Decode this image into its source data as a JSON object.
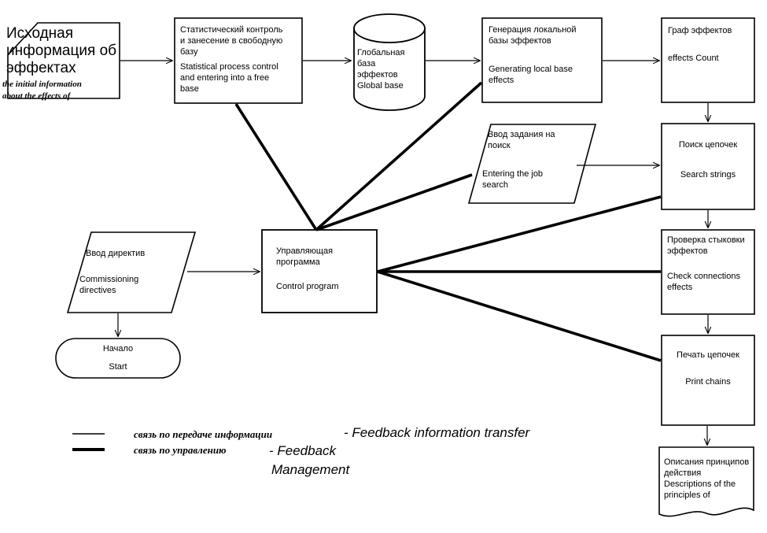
{
  "diagram": {
    "title_text": "",
    "stroke_color": "#000000",
    "fill_color": "#ffffff",
    "thin_width": 1,
    "thick_width": 4
  },
  "nodes": {
    "initial_info": {
      "shape": "document-clipped-corner",
      "ru": "Исходная\nинформация об\nэффектах",
      "en": "the initial information\nabout the effects of"
    },
    "statistical_control": {
      "shape": "process",
      "ru": "Статистический контроль\nи занесение в свободную\nбазу",
      "en": "Statistical process control\nand entering into a free\nbase"
    },
    "global_base": {
      "shape": "cylinder",
      "ru": "Глобальная\nбаза\nэффектов",
      "en": "Global base"
    },
    "generating_local_base": {
      "shape": "process",
      "ru": "Генерация локальной\nбазы эффектов",
      "en": "Generating local base\neffects"
    },
    "effects_graph": {
      "shape": "process",
      "ru": "Граф эффектов",
      "en": "effects Count"
    },
    "job_search_input": {
      "shape": "parallelogram",
      "ru": "Ввод задания на\nпоиск",
      "en": "Entering the job\nsearch"
    },
    "search_strings": {
      "shape": "process",
      "ru": "Поиск цепочек",
      "en": "Search strings"
    },
    "check_connections": {
      "shape": "process",
      "ru": "Проверка стыковки\nэффектов",
      "en": "Check connections\neffects"
    },
    "print_chains": {
      "shape": "process",
      "ru": "Печать цепочек",
      "en": "Print chains"
    },
    "descriptions": {
      "shape": "document-wavy",
      "ru": "Описания принципов\nдействия",
      "en": "Descriptions of the\nprinciples of"
    },
    "commissioning_directives": {
      "shape": "parallelogram",
      "ru": "Ввод директив",
      "en": "Commissioning\ndirectives"
    },
    "control_program": {
      "shape": "process",
      "ru": "Управляющая\nпрограмма",
      "en": "Control program"
    },
    "start": {
      "shape": "terminator",
      "ru": "Начало",
      "en": "Start"
    }
  },
  "legend": {
    "rows": [
      {
        "line_style": "thin",
        "ru": "связь по передаче информации",
        "en": "- Feedback information transfer"
      },
      {
        "line_style": "thick",
        "ru": "связь по управлению",
        "en": "- Feedback",
        "en2": "Management"
      }
    ]
  }
}
